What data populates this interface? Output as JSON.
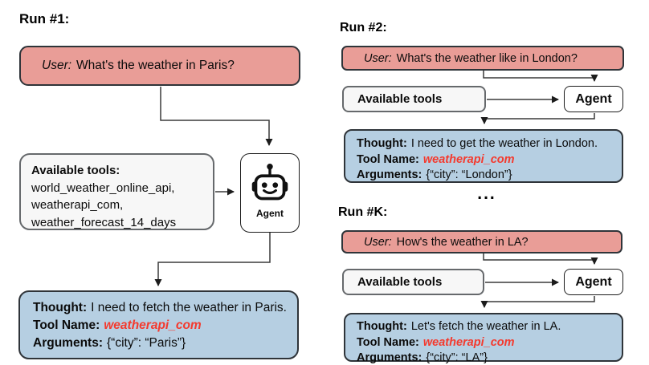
{
  "colors": {
    "user_box_fill": "#e99d97",
    "thought_box_fill": "#b6cfe2",
    "tools_box_fill": "#f7f7f7",
    "tool_name_red": "#f43a2e",
    "border_dark": "#2f3439",
    "border_gray": "#66696c"
  },
  "run1": {
    "heading": "Run #1:",
    "user": {
      "label": "User:",
      "text": "What's the weather in Paris?"
    },
    "tools": {
      "title": "Available tools:",
      "items": [
        "world_weather_online_api,",
        "weatherapi_com,",
        "weather_forecast_14_days"
      ]
    },
    "agent_label": "Agent",
    "output": {
      "thought_label": "Thought:",
      "thought": "I need to fetch the weather in Paris.",
      "tool_label": "Tool Name:",
      "tool_name": "weatherapi_com",
      "args_label": "Arguments:",
      "args": "{“city”: “Paris”}"
    }
  },
  "run2": {
    "heading": "Run #2:",
    "user": {
      "label": "User:",
      "text": "What's the weather like in London?"
    },
    "tools_label": "Available tools",
    "agent_label": "Agent",
    "output": {
      "thought_label": "Thought:",
      "thought": "I need to get the weather in London.",
      "tool_label": "Tool Name:",
      "tool_name": "weatherapi_com",
      "args_label": "Arguments:",
      "args": "{“city”: “London”}"
    }
  },
  "ellipsis": "...",
  "runk": {
    "heading": "Run #K:",
    "user": {
      "label": "User:",
      "text": "How's the weather in LA?"
    },
    "tools_label": "Available tools",
    "agent_label": "Agent",
    "output": {
      "thought_label": "Thought:",
      "thought": "Let's fetch the weather in LA.",
      "tool_label": "Tool Name:",
      "tool_name": "weatherapi_com",
      "args_label": "Arguments:",
      "args": "{“city”: “LA”}"
    }
  }
}
